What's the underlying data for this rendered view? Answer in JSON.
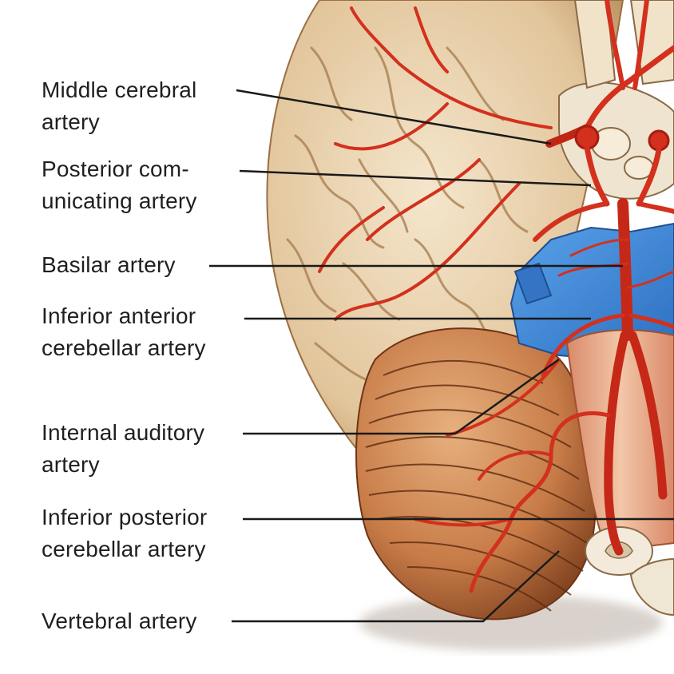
{
  "labels": [
    {
      "id": "middle-cerebral",
      "lines": [
        "Middle cerebral",
        "artery"
      ]
    },
    {
      "id": "posterior-communicating",
      "lines": [
        "Posterior com-",
        "unicating artery"
      ]
    },
    {
      "id": "basilar",
      "lines": [
        "Basilar artery"
      ]
    },
    {
      "id": "inferior-anterior-cerebellar",
      "lines": [
        "Inferior anterior",
        "cerebellar artery"
      ]
    },
    {
      "id": "internal-auditory",
      "lines": [
        "Internal auditory",
        "artery"
      ]
    },
    {
      "id": "inferior-posterior-cerebellar",
      "lines": [
        "Inferior posterior",
        "cerebellar artery"
      ]
    },
    {
      "id": "vertebral",
      "lines": [
        "Vertebral artery"
      ]
    }
  ],
  "colors": {
    "brain_tissue": "#e9d2ae",
    "brain_shadow": "#b98f62",
    "artery_red": "#d8301e",
    "artery_dark": "#a51d10",
    "vein_blue": "#3d86d6",
    "cerebellum": "#c97a4a",
    "brainstem": "#e8b08f",
    "leader_line": "#1a1a1a"
  }
}
